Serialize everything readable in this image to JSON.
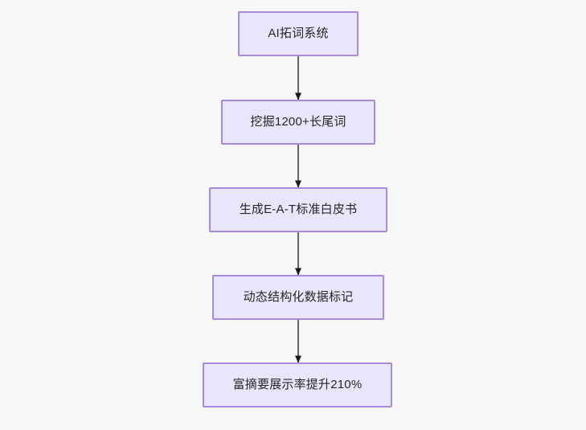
{
  "diagram": {
    "type": "flowchart",
    "orientation": "top-to-bottom",
    "background_color": "#f7f7f7",
    "node_fill_color": "#e9e6fb",
    "node_border_color": "#a78bda",
    "node_text_color": "#262626",
    "connector_color": "#666666",
    "arrowhead_color": "#1a1a1a",
    "nodes": [
      {
        "id": "node-1",
        "label": "AI拓词系统"
      },
      {
        "id": "node-2",
        "label": "挖掘1200+长尾词"
      },
      {
        "id": "node-3",
        "label": "生成E-A-T标准白皮书"
      },
      {
        "id": "node-4",
        "label": "动态结构化数据标记"
      },
      {
        "id": "node-5",
        "label": "富摘要展示率提升210%"
      }
    ],
    "edges": [
      {
        "id": "edge-1",
        "from": "node-1",
        "to": "node-2",
        "label": ""
      },
      {
        "id": "edge-2",
        "from": "node-2",
        "to": "node-3",
        "label": ""
      },
      {
        "id": "edge-3",
        "from": "node-3",
        "to": "node-4",
        "label": ""
      },
      {
        "id": "edge-4",
        "from": "node-4",
        "to": "node-5",
        "label": ""
      }
    ]
  }
}
